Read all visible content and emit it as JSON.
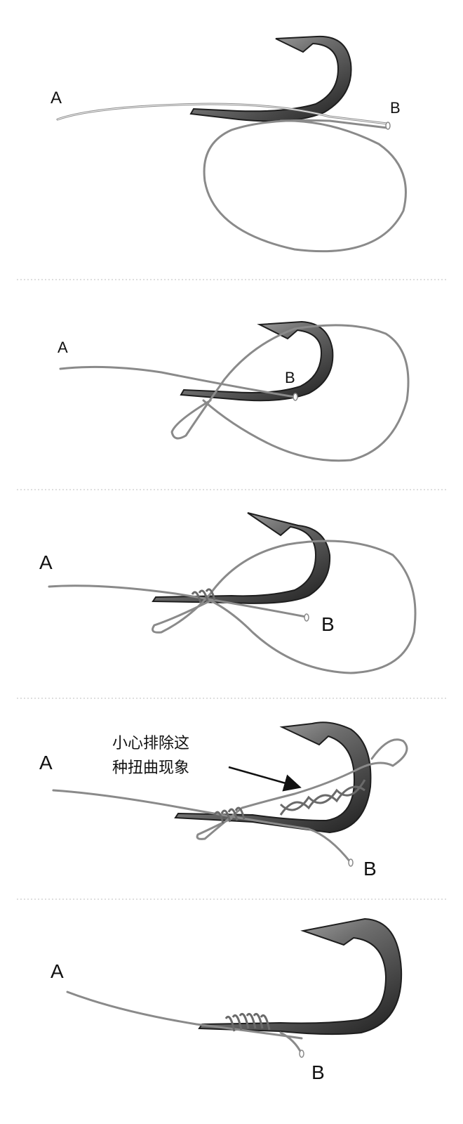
{
  "steps": [
    {
      "label_a": "A",
      "label_b": "B"
    },
    {
      "label_a": "A",
      "label_b": "B"
    },
    {
      "label_a": "A",
      "label_b": "B"
    },
    {
      "label_a": "A",
      "label_b": "B",
      "note_line1": "小心排除这",
      "note_line2": "种扭曲现象"
    },
    {
      "label_a": "A",
      "label_b": "B"
    }
  ],
  "colors": {
    "line": "#8a8a8a",
    "hook_dark": "#2b2b2b",
    "hook_light": "#bdbdbd",
    "separator": "#bdbdbd",
    "text": "#111111"
  },
  "icons": [
    "fish-hook-icon",
    "arrow-icon"
  ]
}
